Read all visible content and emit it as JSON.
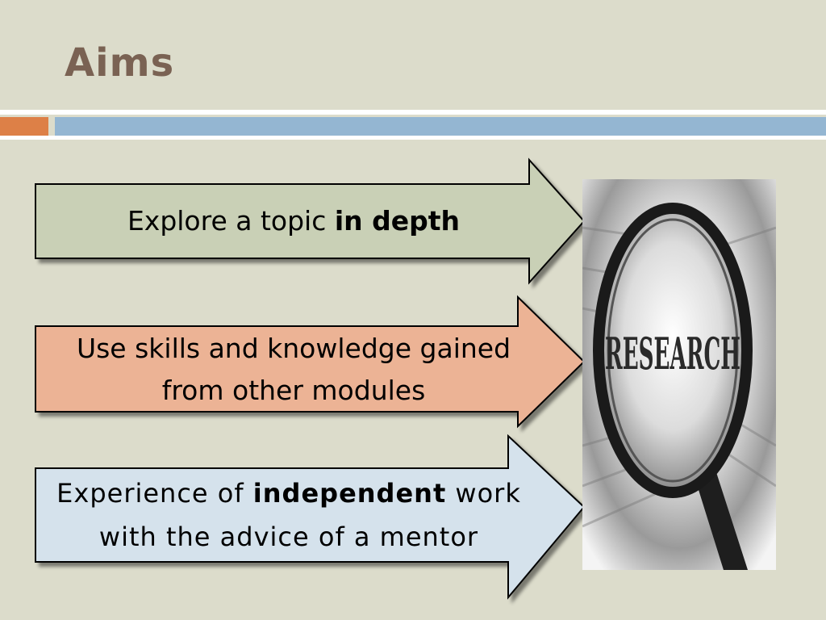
{
  "slide": {
    "title": "Aims"
  },
  "arrows": [
    {
      "text_plain": "Explore a topic ",
      "text_bold": "in depth",
      "color": "#c9d0b6"
    },
    {
      "line1": "Use skills and knowledge gained",
      "line2": "from other modules",
      "color": "#ecb395"
    },
    {
      "line1_plain_a": "Experience of ",
      "line1_bold": "independent",
      "line1_plain_b": " work",
      "line2": "with the advice of a mentor",
      "color": "#d5e2ec"
    }
  ],
  "image": {
    "label": "RESEARCH",
    "icon": "magnifying-glass-icon"
  },
  "colors": {
    "background": "#dcdccb",
    "title": "#7a6253",
    "accent_orange": "#dd8047",
    "accent_blue": "#94b6d2"
  }
}
